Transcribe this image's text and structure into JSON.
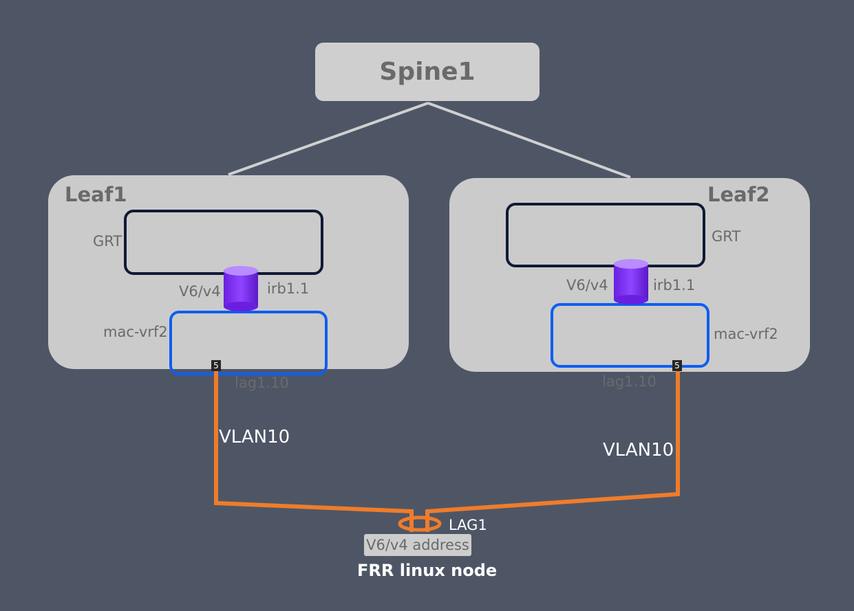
{
  "spine": {
    "title": "Spine1"
  },
  "leaf1": {
    "title": "Leaf1",
    "grt_label": "GRT",
    "route_label": "V6/v4",
    "irb_label": "irb1.1",
    "vrf_label": "mac-vrf2",
    "port_badge": "5",
    "sub_if_label": "lag1.10",
    "vlan_label": "VLAN10"
  },
  "leaf2": {
    "title": "Leaf2",
    "grt_label": "GRT",
    "route_label": "V6/v4",
    "irb_label": "irb1.1",
    "vrf_label": "mac-vrf2",
    "port_badge": "5",
    "sub_if_label": "lag1.10",
    "vlan_label": "VLAN10"
  },
  "frr": {
    "lag_label": "LAG1",
    "address_label": "V6/v4 address",
    "title": "FRR linux node"
  },
  "colors": {
    "background": "#4e5666",
    "link_orange": "#f07c2a",
    "grt_border": "#0f1a35",
    "vrf_border": "#0d5ef2",
    "irb_purple": "#7a2ff0",
    "spine_link": "#d0d0d0"
  }
}
